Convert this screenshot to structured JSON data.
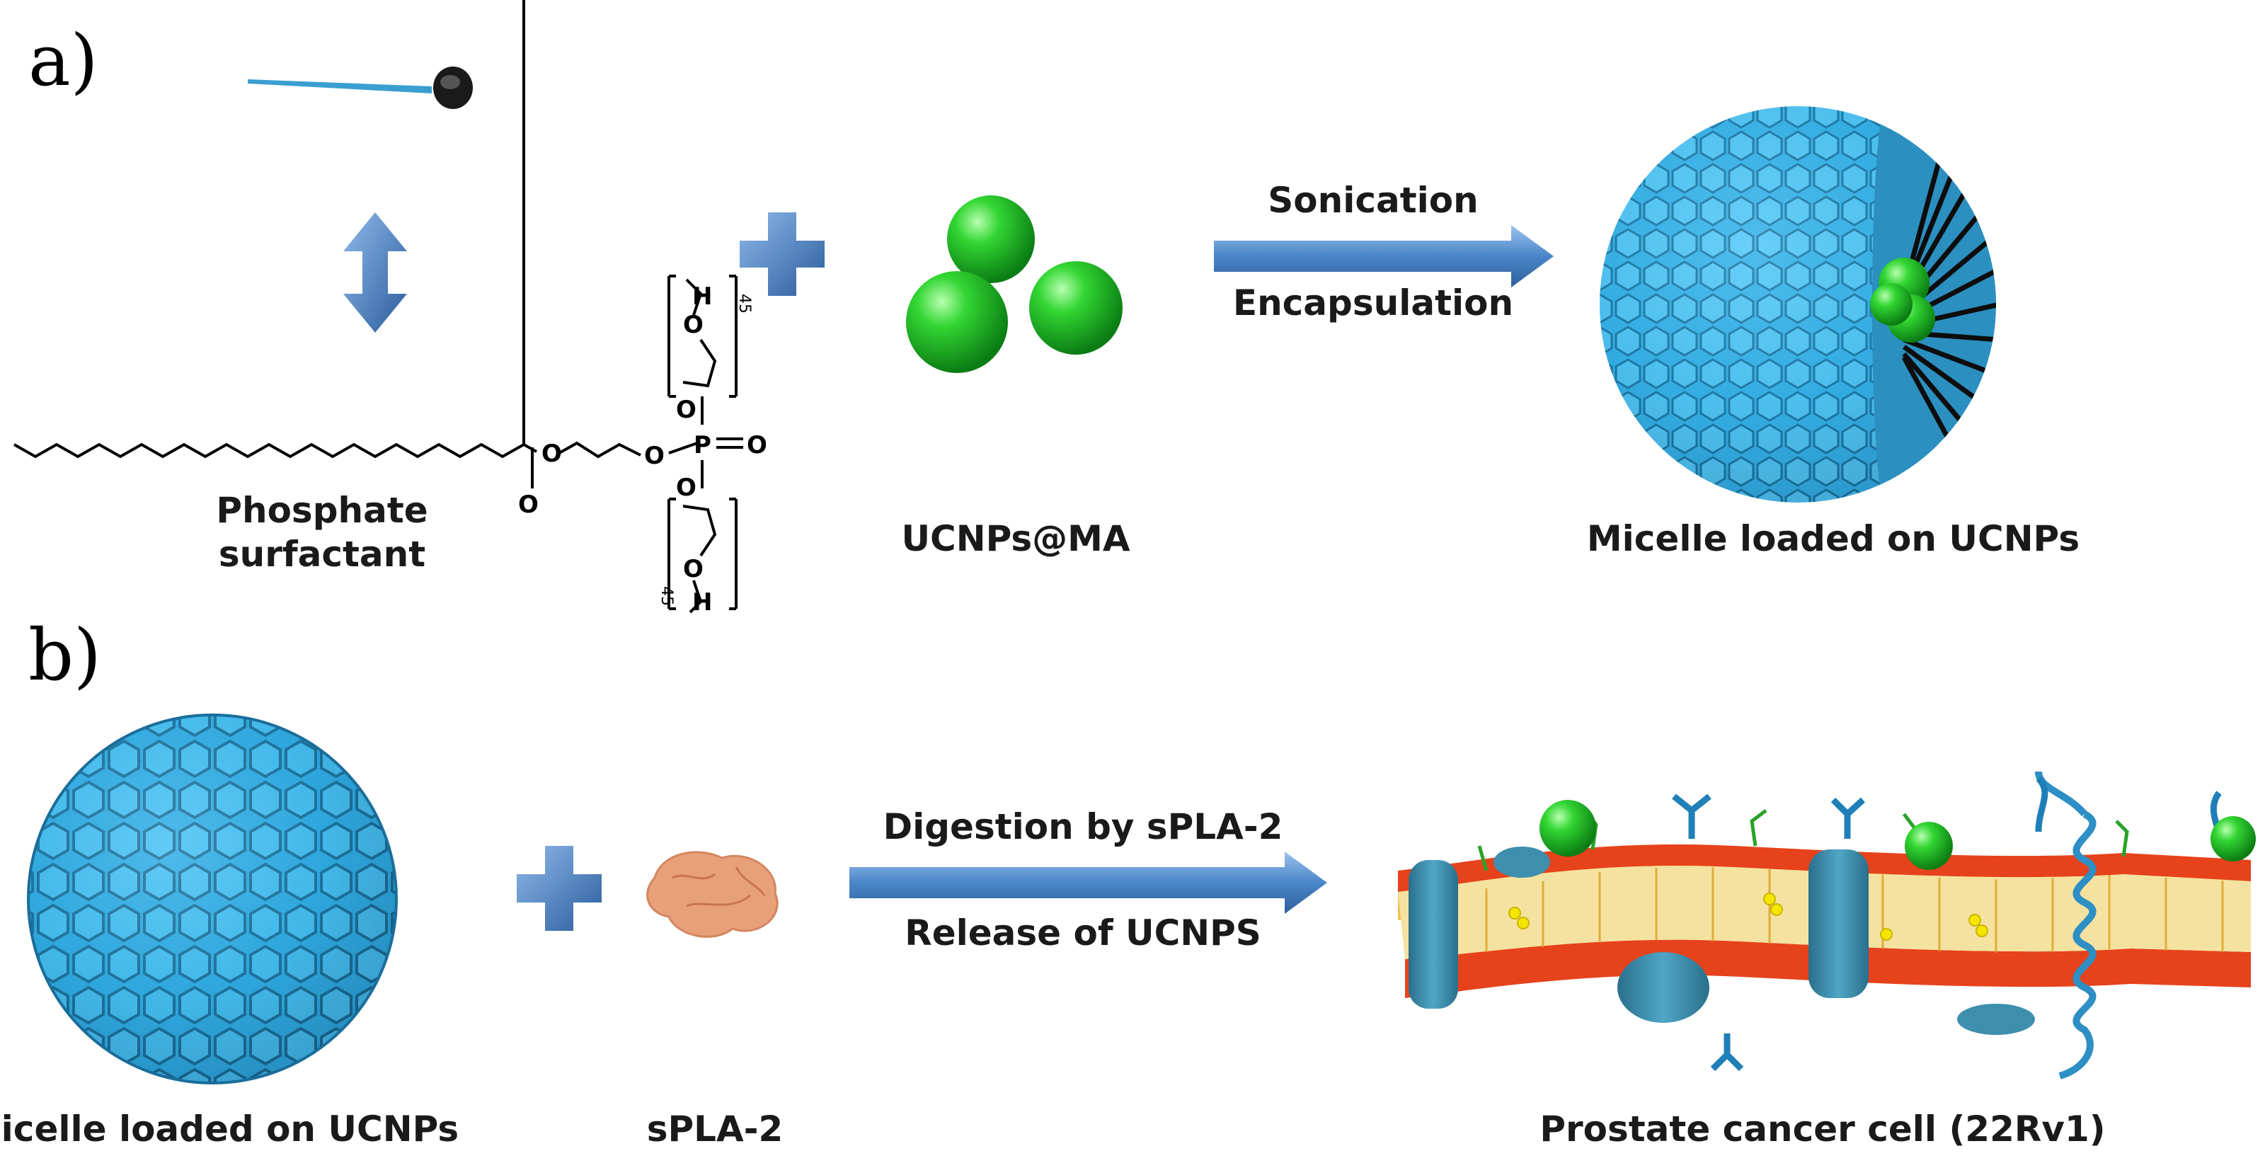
{
  "panel_a": {
    "letter": "a)",
    "surfactant_label_line1": "Phosphate",
    "surfactant_label_line2": "surfactant",
    "nanoparticle_label": "UCNPs@MA",
    "arrow_top_text": "Sonication",
    "arrow_bottom_text": "Encapsulation",
    "product_label": "Micelle loaded on UCNPs",
    "chem": {
      "o_ester": "O",
      "o_ether": "O",
      "o_link": "O",
      "p_atom": "P",
      "o_double": "O",
      "o_top": "O",
      "o_bottom": "O",
      "o_top_end": "O",
      "h_top": "H",
      "o_bottom_end": "O",
      "h_bottom": "H",
      "n_top": "45",
      "n_bottom": "45"
    }
  },
  "panel_b": {
    "letter": "b)",
    "micelle_label": "Micelle loaded on UCNPs",
    "enzyme_label": "sPLA-2",
    "arrow_top_text": "Digestion by sPLA-2",
    "arrow_bottom_text": "Release of UCNPS",
    "cell_label": "Prostate cancer cell (22Rv1)"
  },
  "colors": {
    "micelle_blue": "#3fb6e6",
    "micelle_dark": "#1b5f86",
    "nanoparticle_green": "#2fcf2f",
    "arrow_blue": "#4a86c8",
    "membrane_red": "#e6421b",
    "membrane_tail": "#e8b93c",
    "protein_teal": "#3d8fad",
    "enzyme_orange": "#e8a07a"
  }
}
